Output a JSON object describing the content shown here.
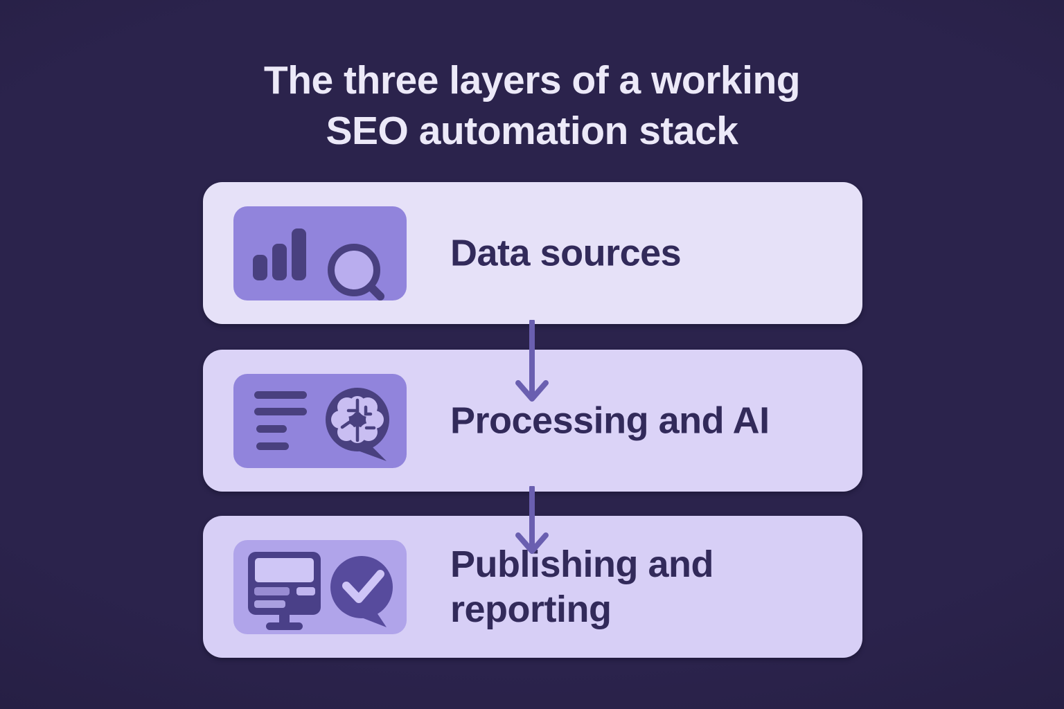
{
  "title": {
    "line1": "The three layers of a working",
    "line2": "SEO automation stack"
  },
  "layers": [
    {
      "label": "Data sources",
      "icons": [
        "bar-chart-icon",
        "search-icon"
      ]
    },
    {
      "label": "Processing and AI",
      "icons": [
        "text-lines-icon",
        "brain-chat-bubble-icon"
      ]
    },
    {
      "label": "Publishing and reporting",
      "icons": [
        "monitor-icon",
        "check-chat-bubble-icon"
      ]
    }
  ],
  "connectors": [
    {
      "type": "arrow-down"
    },
    {
      "type": "arrow-down"
    }
  ],
  "colors": {
    "background": "#2b234c",
    "background_edge": "#1f1939",
    "title_text": "#ece9f8",
    "card1_bg": "#e6e1f8",
    "card2_bg": "#dbd3f7",
    "card3_bg": "#d7cff6",
    "card_text": "#322a5a",
    "tile_bg": "#9184dc",
    "tile3_bg": "#b0a4ea",
    "glyph_dark": "#49407f",
    "glyph_dark3": "#4a4088",
    "bubble3": "#574b9d",
    "glyph_light": "#c9bef2",
    "lens_fill": "#b9adee",
    "screen_fill": "#cfc6f6",
    "bar_a": "#988cd2",
    "bar_b": "#c0b5ef",
    "bar_c": "#aaa0e0",
    "arrow": "#6a5fb0"
  }
}
